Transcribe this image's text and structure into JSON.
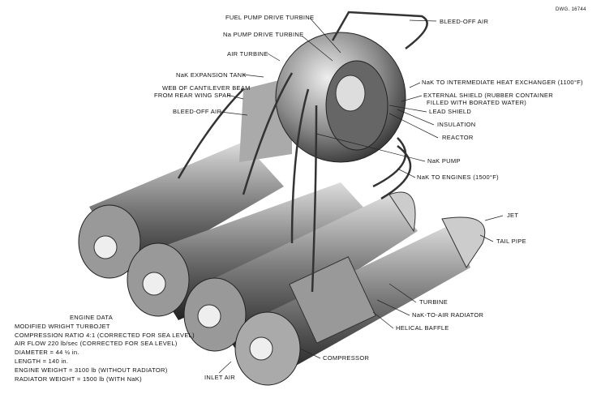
{
  "drawing_number": "DWG. 16744",
  "labels": {
    "bleed_off_air_top": "BLEED-OFF AIR",
    "fuel_pump_drive_turbine": "FUEL PUMP DRIVE TURBINE",
    "na_pump_drive_turbine": "Na PUMP DRIVE TURBINE",
    "air_turbine": "AIR TURBINE",
    "nak_expansion_tank": "NaK EXPANSION TANK",
    "web_beam_1": "WEB OF CANTILEVER BEAM",
    "web_beam_2": "FROM REAR WING SPAR",
    "bleed_off_air_left": "BLEED-OFF AIR",
    "nak_to_heat_exchanger": "NaK TO INTERMEDIATE HEAT EXCHANGER (1100°F)",
    "external_shield_1": "EXTERNAL SHIELD (RUBBER CONTAINER",
    "external_shield_2": "FILLED WITH BORATED WATER)",
    "lead_shield": "LEAD SHIELD",
    "insulation": "INSULATION",
    "reactor": "REACTOR",
    "nak_pump": "NaK PUMP",
    "nak_to_engines": "NaK TO ENGINES (1500°F)",
    "jet": "JET",
    "tail_pipe": "TAIL PIPE",
    "turbine": "TURBINE",
    "nak_to_air_radiator": "NaK-TO-AIR RADIATOR",
    "helical_baffle": "HELICAL BAFFLE",
    "compressor": "COMPRESSOR",
    "inlet_air": "INLET AIR"
  },
  "engine_data": {
    "title": "ENGINE DATA",
    "lines": [
      "MODIFIED WRIGHT TURBOJET",
      "COMPRESSION RATIO 4:1 (CORRECTED FOR SEA LEVEL)",
      "AIR FLOW 220 lb/sec (CORRECTED FOR SEA LEVEL)",
      "DIAMETER = 44 ½ in.",
      "LENGTH = 140 in.",
      "ENGINE WEIGHT = 3100 lb (WITHOUT RADIATOR)",
      "RADIATOR WEIGHT = 1500 lb (WITH NaK)"
    ]
  }
}
